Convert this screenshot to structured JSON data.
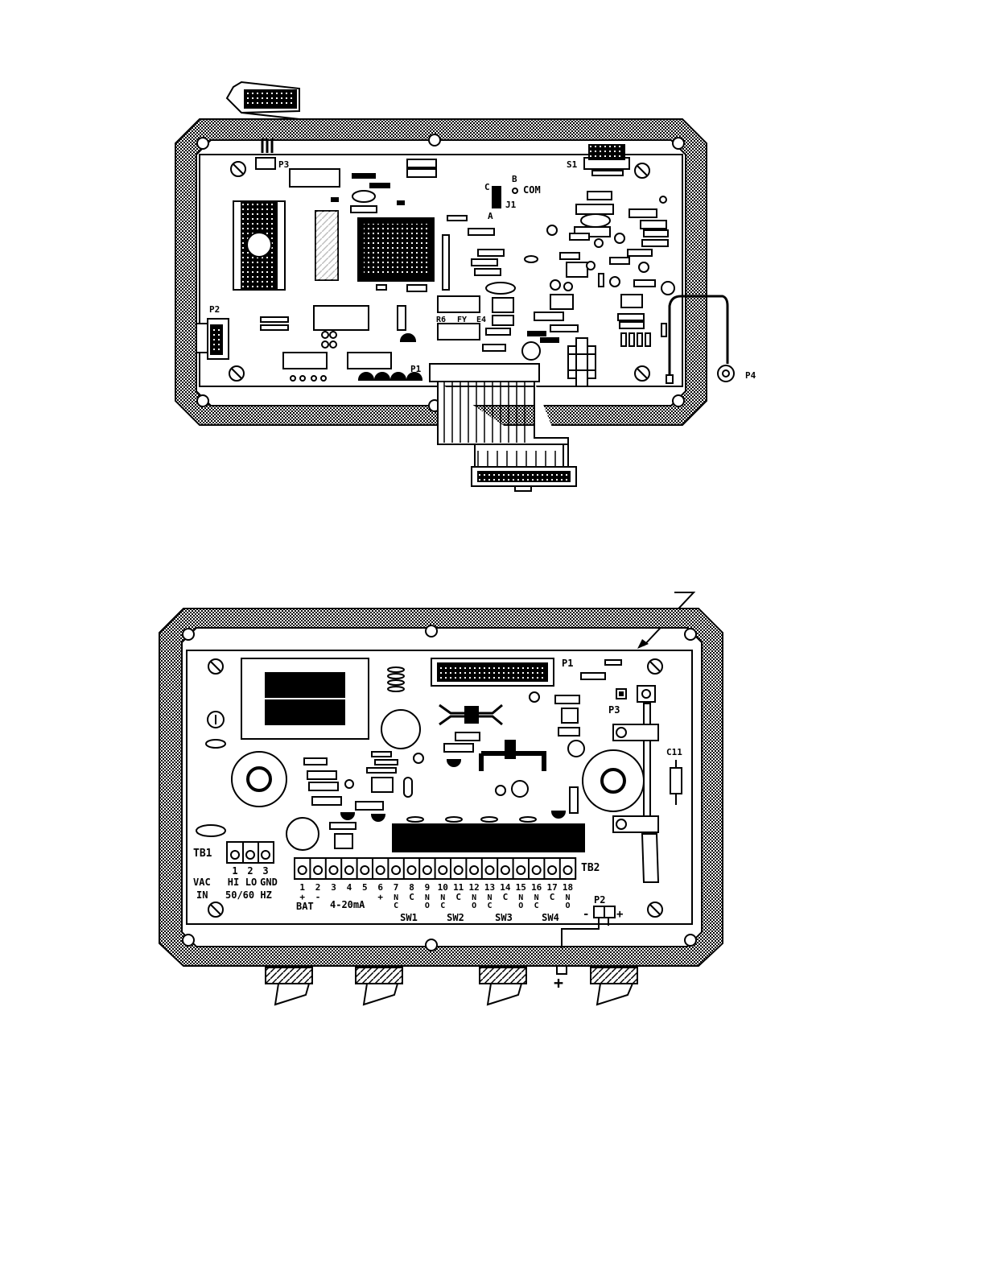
{
  "colors": {
    "ink": "#000000",
    "paper": "#ffffff"
  },
  "board_top": {
    "labels": {
      "p3": "P3",
      "s1": "S1",
      "b": "B",
      "c": "C",
      "com": "COM",
      "a": "A",
      "j1": "J1",
      "p2": "P2",
      "p1": "P1",
      "p4": "P4",
      "r6": "R6",
      "fy": "FY",
      "e4": "E4"
    }
  },
  "board_bottom": {
    "labels": {
      "p1": "P1",
      "p3": "P3",
      "c11": "C11",
      "tb1": "TB1",
      "tb2": "TB2",
      "p2": "P2",
      "minus": "-",
      "plus": "+",
      "plus_bottom": "+",
      "bat": "BAT",
      "ma": "4-20mA",
      "vac_in": "VAC\nIN",
      "hz": "50/60 HZ"
    },
    "tb1_numbers": [
      "1",
      "2",
      "3"
    ],
    "tb1_names": [
      "HI",
      "LO",
      "GND"
    ],
    "tb2_numbers": [
      "1",
      "2",
      "3",
      "4",
      "5",
      "6",
      "7",
      "8",
      "9",
      "10",
      "11",
      "12",
      "13",
      "14",
      "15",
      "16",
      "17",
      "18"
    ],
    "tb2_signs": [
      "+",
      "-",
      "",
      "",
      "",
      "+",
      "NC",
      "C",
      "NO",
      "NC",
      "C",
      "NO",
      "NC",
      "C",
      "NO",
      "NC",
      "C",
      "NO"
    ],
    "switch_labels": [
      "SW1",
      "SW2",
      "SW3",
      "SW4"
    ]
  }
}
